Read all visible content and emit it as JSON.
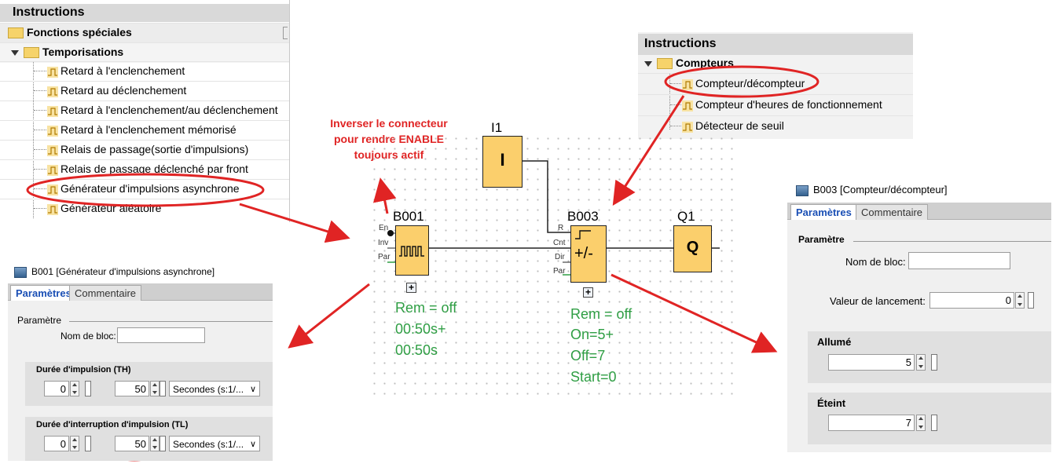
{
  "left_tree": {
    "header": "Instructions",
    "folder_special": "Fonctions spéciales",
    "folder_timers": "Temporisations",
    "items": [
      "Retard à l'enclenchement",
      "Retard au déclenchement",
      "Retard à l'enclenchement/au déclenchement",
      "Retard à l'enclenchement mémorisé",
      "Relais de passage(sortie d'impulsions)",
      "Relais de passage déclenché par front",
      "Générateur d'impulsions asynchrone",
      "Générateur aléatoire"
    ]
  },
  "right_tree": {
    "header": "Instructions",
    "folder": "Compteurs",
    "items": [
      "Compteur/décompteur",
      "Compteur d'heures de fonctionnement",
      "Détecteur de seuil"
    ]
  },
  "annotation": {
    "line1": "Inverser le connecteur",
    "line2": "pour rendre ENABLE",
    "line3": "toujours actif"
  },
  "diagram": {
    "i1": {
      "name": "I1",
      "symbol": "I"
    },
    "b001": {
      "name": "B001",
      "pins": [
        "En",
        "Inv",
        "Par"
      ],
      "params": [
        "Rem = off",
        "00:50s+",
        "00:50s"
      ]
    },
    "b003": {
      "name": "B003",
      "pins": [
        "R",
        "Cnt",
        "Dir",
        "Par"
      ],
      "symbol": "+/-",
      "params": [
        "Rem = off",
        "On=5+",
        "Off=7",
        "Start=0"
      ]
    },
    "q1": {
      "name": "Q1",
      "symbol": "Q"
    }
  },
  "dlg_b001": {
    "title": "B001 [Générateur d'impulsions asynchrone]",
    "tabs": [
      "Paramètres",
      "Commentaire"
    ],
    "section": "Paramètre",
    "block_name_label": "Nom de bloc:",
    "block_name_value": "",
    "th": {
      "label": "Durée d'impulsion (TH)",
      "min": "0",
      "sec": "50",
      "unit": "Secondes (s:1/..."
    },
    "tl": {
      "label": "Durée d'interruption d'impulsion (TL)",
      "min": "0",
      "sec": "50",
      "unit": "Secondes (s:1/..."
    }
  },
  "dlg_b003": {
    "title": "B003 [Compteur/décompteur]",
    "tabs": [
      "Paramètres",
      "Commentaire"
    ],
    "section": "Paramètre",
    "block_name_label": "Nom de bloc:",
    "block_name_value": "",
    "start_label": "Valeur de lancement:",
    "start_value": "0",
    "on_label": "Allumé",
    "on_value": "5",
    "off_label": "Éteint",
    "off_value": "7"
  },
  "colors": {
    "highlight": "#e02424",
    "block_fill": "#fbcf6c",
    "param_text": "#2f9e44",
    "tab_active": "#1a4fb5"
  }
}
